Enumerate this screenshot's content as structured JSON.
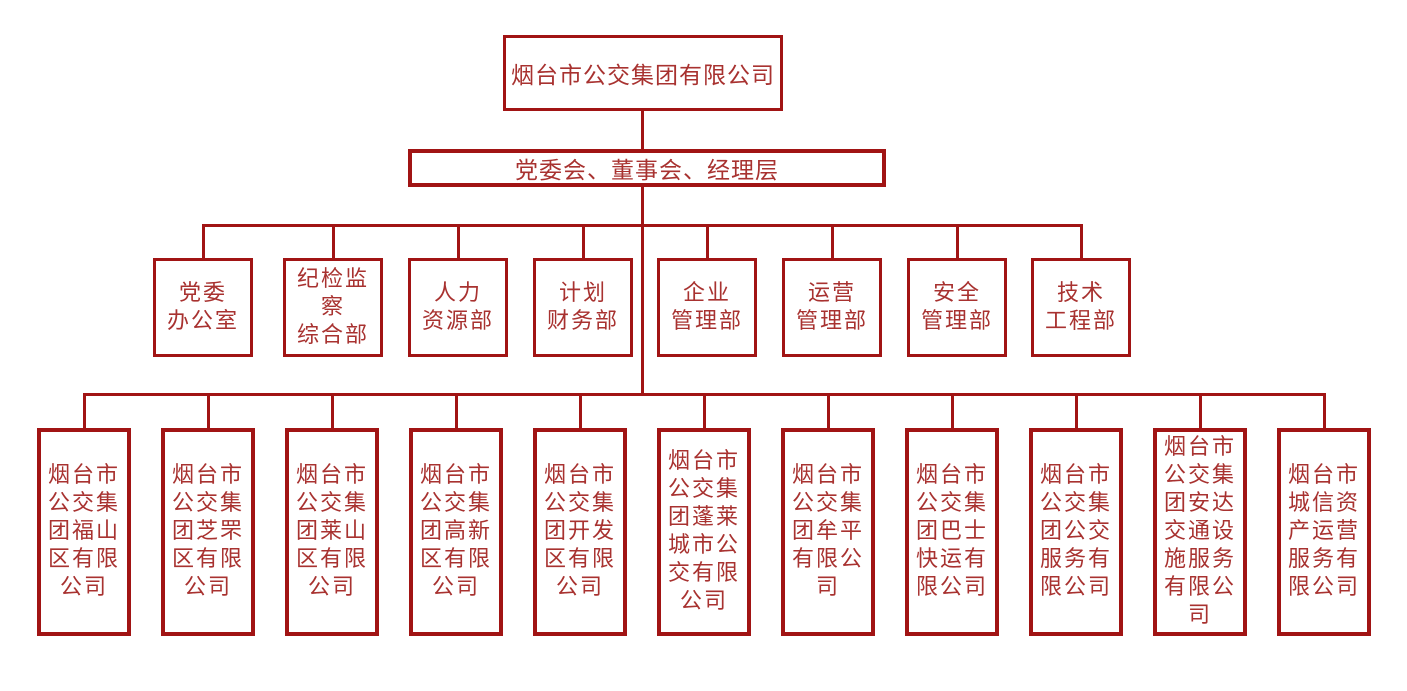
{
  "colors": {
    "line": "#a11414",
    "text": "#a83230",
    "background": "#ffffff"
  },
  "chart": {
    "root": "烟台市公交集团有限公司",
    "governance": "党委会、董事会、经理层",
    "departments": [
      "党委\n办公室",
      "纪检监\n察\n综合部",
      "人力\n资源部",
      "计划\n财务部",
      "企业\n管理部",
      "运营\n管理部",
      "安全\n管理部",
      "技术\n工程部"
    ],
    "subsidiaries": [
      "烟台市\n公交集\n团福山\n区有限\n公司",
      "烟台市\n公交集\n团芝罘\n区有限\n公司",
      "烟台市\n公交集\n团莱山\n区有限\n公司",
      "烟台市\n公交集\n团高新\n区有限\n公司",
      "烟台市\n公交集\n团开发\n区有限\n公司",
      "烟台市\n公交集\n团蓬莱\n城市公\n交有限\n公司",
      "烟台市\n公交集\n团牟平\n有限公\n司",
      "烟台市\n公交集\n团巴士\n快运有\n限公司",
      "烟台市\n公交集\n团公交\n服务有\n限公司",
      "烟台市\n公交集\n团安达\n交通设\n施服务\n有限公\n司",
      "烟台市\n城信资\n产运营\n服务有\n限公司"
    ]
  }
}
